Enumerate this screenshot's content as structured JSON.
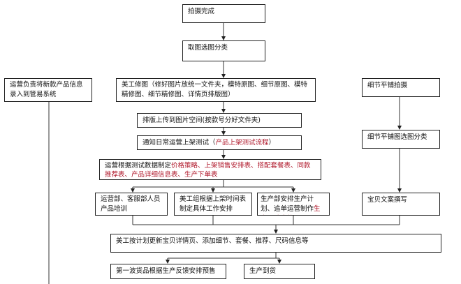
{
  "diagram": {
    "nodes": {
      "photo_done": {
        "text": "拍摄完成"
      },
      "select_classify": {
        "text": "取图选图分类"
      },
      "ops_enter_info": {
        "text": "运营负责将新款产品信息录入到管易系统"
      },
      "art_retouch": {
        "text": "美工修图（修好图片放统一文件夹，模特原图、细节原图、模特精修图、细节精修图、详情页排版图）"
      },
      "detail_flat_shoot": {
        "text": "细节平铺拍摄"
      },
      "upload_space": {
        "text": "排版上传到图片空间(按款号分好文件夹)"
      },
      "notify_ops": {
        "text_a": "通知日常运营上架测试（",
        "text_red": "产品上架测试流程",
        "text_b": "）"
      },
      "detail_flat_classify": {
        "text": "细节平铺图选图分类"
      },
      "ops_plan": {
        "text_a": "运营根据测试数据制定",
        "text_red": "价格策略、上架销售安排表、搭配套餐表、同款推荐表、产品详细信息表、生产下单表"
      },
      "service_training": {
        "text": "运营部、客服部人员产品培训"
      },
      "art_schedule": {
        "text": "美工组根据上架时间表制定具体工作安排"
      },
      "production_plan": {
        "text_a": "生产部安排生产计划、追单运营制作",
        "text_red": "生产跟踪表格"
      },
      "copywriting": {
        "text": "宝贝文案撰写"
      },
      "art_update": {
        "text": "美工按计划更新宝贝详情页、添加细节、套餐、推荐、尺码信息等"
      },
      "first_batch": {
        "text": "第一波货品根据生产反馈安排预售"
      },
      "production_arrival": {
        "text": "生产到货"
      }
    }
  }
}
